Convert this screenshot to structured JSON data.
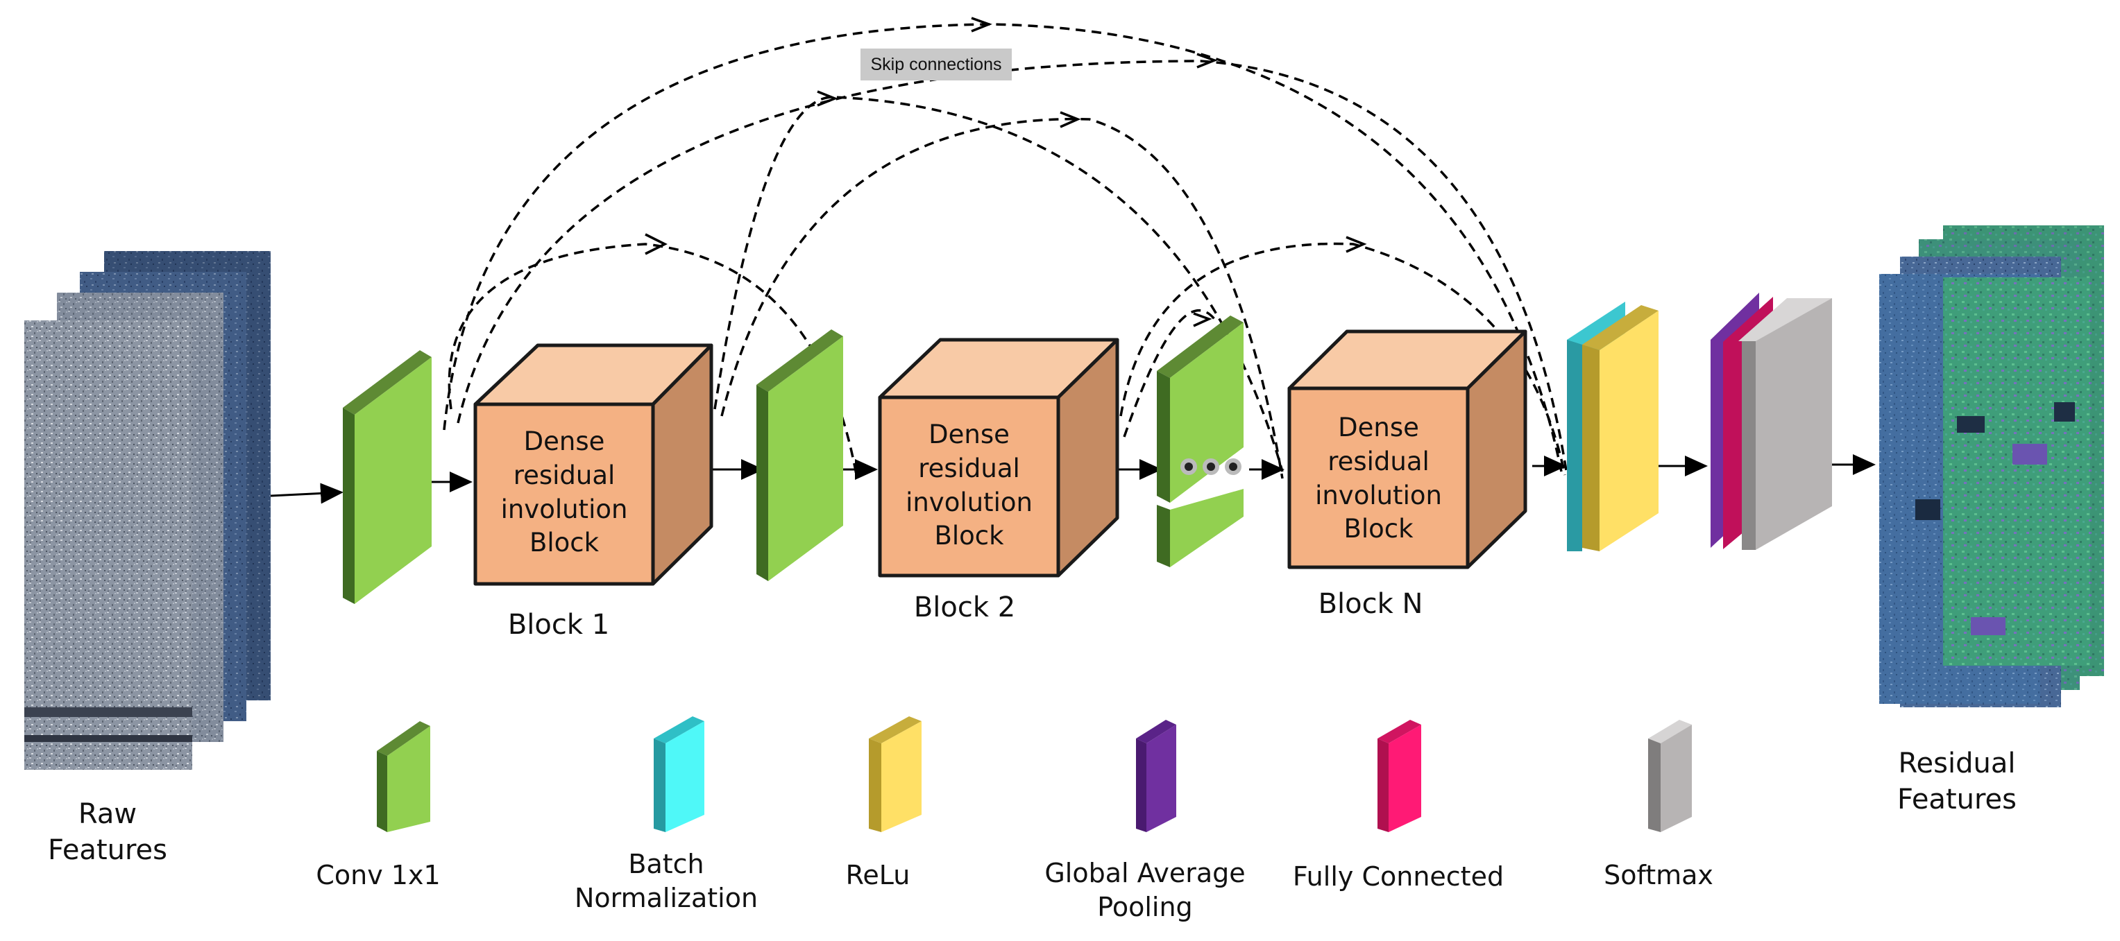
{
  "diagram": {
    "skip_label": "Skip connections",
    "blocks": [
      {
        "text_lines": [
          "Dense",
          "residual",
          "involution",
          "Block"
        ],
        "caption": "Block 1"
      },
      {
        "text_lines": [
          "Dense",
          "residual",
          "involution",
          "Block"
        ],
        "caption": "Block 2"
      },
      {
        "text_lines": [
          "Dense",
          "residual",
          "involution",
          "Block"
        ],
        "caption": "Block N"
      }
    ],
    "input_label": [
      "Raw",
      "Features"
    ],
    "output_label": [
      "Residual",
      "Features"
    ]
  },
  "legend": [
    {
      "label": [
        "Conv 1x1"
      ],
      "color": "#92d050"
    },
    {
      "label": [
        "Batch",
        "Normalization"
      ],
      "color": "#4ff8f8"
    },
    {
      "label": [
        "ReLu"
      ],
      "color": "#ffe066"
    },
    {
      "label": [
        "Global Average",
        "Pooling"
      ],
      "color": "#7030a0"
    },
    {
      "label": [
        "Fully Connected"
      ],
      "color": "#ff1a75"
    },
    {
      "label": [
        "Softmax"
      ],
      "color": "#b7b4b4"
    }
  ],
  "colors": {
    "block_front": "#f4b183",
    "block_top": "#f8caa6",
    "block_side": "#c58b63",
    "conv_front": "#92d050",
    "conv_side": "#3f6b22",
    "relu": "#ffe066",
    "batchnorm": "#3cc7d0",
    "pooling": "#7030a0",
    "fully_connected": "#c0105a",
    "softmax": "#b7b4b4"
  }
}
